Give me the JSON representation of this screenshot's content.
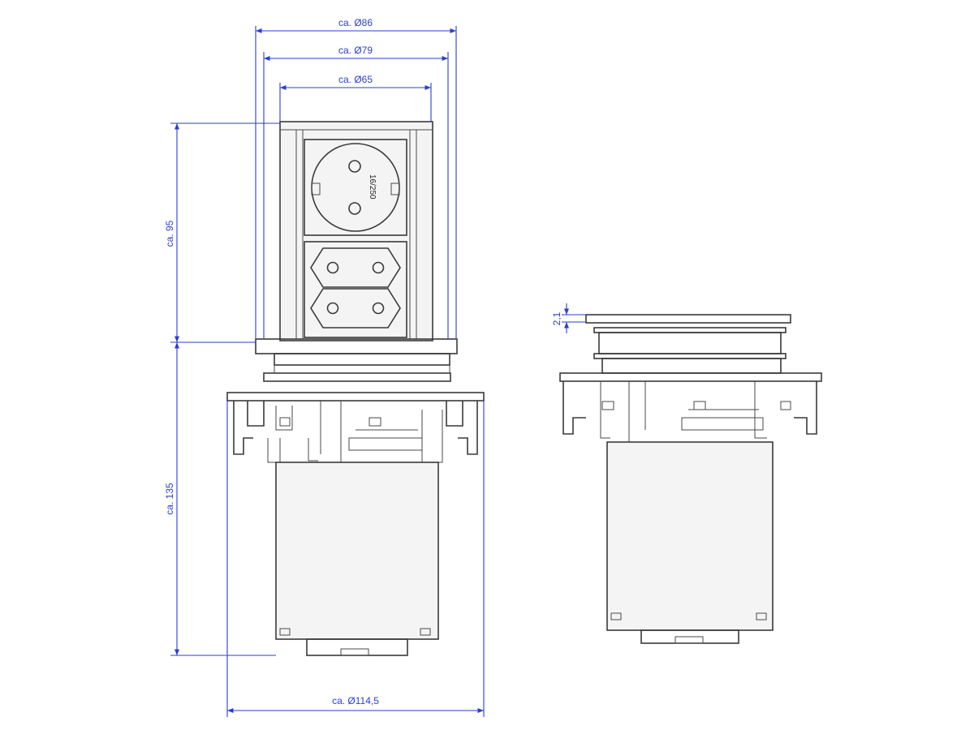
{
  "dimensions": {
    "dia_86": "ca. Ø86",
    "dia_79": "ca. Ø79",
    "dia_65": "ca. Ø65",
    "height_95": "ca. 95",
    "height_135": "ca. 135",
    "dia_114_5": "ca. Ø114,5",
    "flange_2_1": "2,1"
  },
  "socket": {
    "rating": "16/250"
  },
  "colors": {
    "dimension": "#2a3fd0",
    "outline": "#3a3a3a"
  }
}
